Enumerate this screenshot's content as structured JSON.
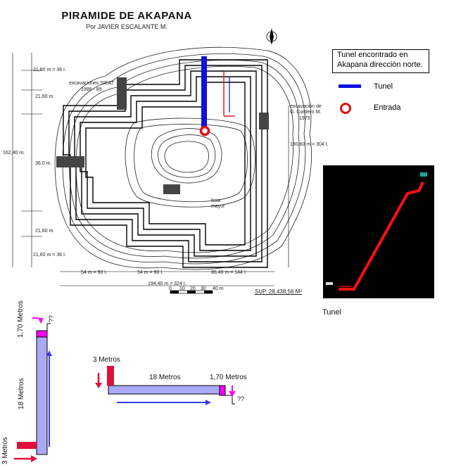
{
  "header": {
    "title": "PIRAMIDE DE AKAPANA",
    "subtitle": "Por JAVIER ESCALANTE M."
  },
  "legend": {
    "title_line1": "Tunel encontrado en",
    "title_line2": "Akapana  direcciòn norte.",
    "tunel_label": "Tunel",
    "entrada_label": "Entrada"
  },
  "plan": {
    "left_dims": [
      "21,60 m = 36 I.",
      "21,60 m.",
      "162,40 m.",
      "36,0 m.",
      "21,60 m.",
      "21,60 m = 36 I."
    ],
    "bottom_dims": [
      "54 m = 90 I.",
      "54 m = 90 I.",
      "86,40 m = 144 I.",
      "194,40 m = 324 I."
    ],
    "scale_ticks": [
      "0",
      "10",
      "20",
      "30",
      "40 m"
    ],
    "sup_label": "SUP. 28,438,56 M²",
    "right_dim": "180,60 m = 304 I.",
    "excavations_siat": "excavaciones  SIEAT",
    "excavations_siat_years": "1988 - 89",
    "excavation_cordero": "excavación de",
    "excavation_cordero_name": "G. Cordero M.",
    "excavation_cordero_year": "1975",
    "sunken_label": "fosa",
    "sunken_label_2": "mayor"
  },
  "photo": {
    "caption": "Tunel"
  },
  "diagram_vertical": {
    "top_label": "1,70 Metros",
    "middle_label": "18 Metros",
    "bottom_label": "3 Metros",
    "unknown_label": "??"
  },
  "diagram_horizontal": {
    "left_label": "3 Metros",
    "middle_label": "18 Metros",
    "right_label": "1,70 Metros",
    "unknown_label": "??"
  },
  "colors": {
    "tunnel": "#1010e0",
    "entrance": "#e01010",
    "tunnel_fill": "#a9a9f5",
    "shaft_red": "#e0103a",
    "magenta": "#ff00ff",
    "photo_red": "#ff1010"
  }
}
